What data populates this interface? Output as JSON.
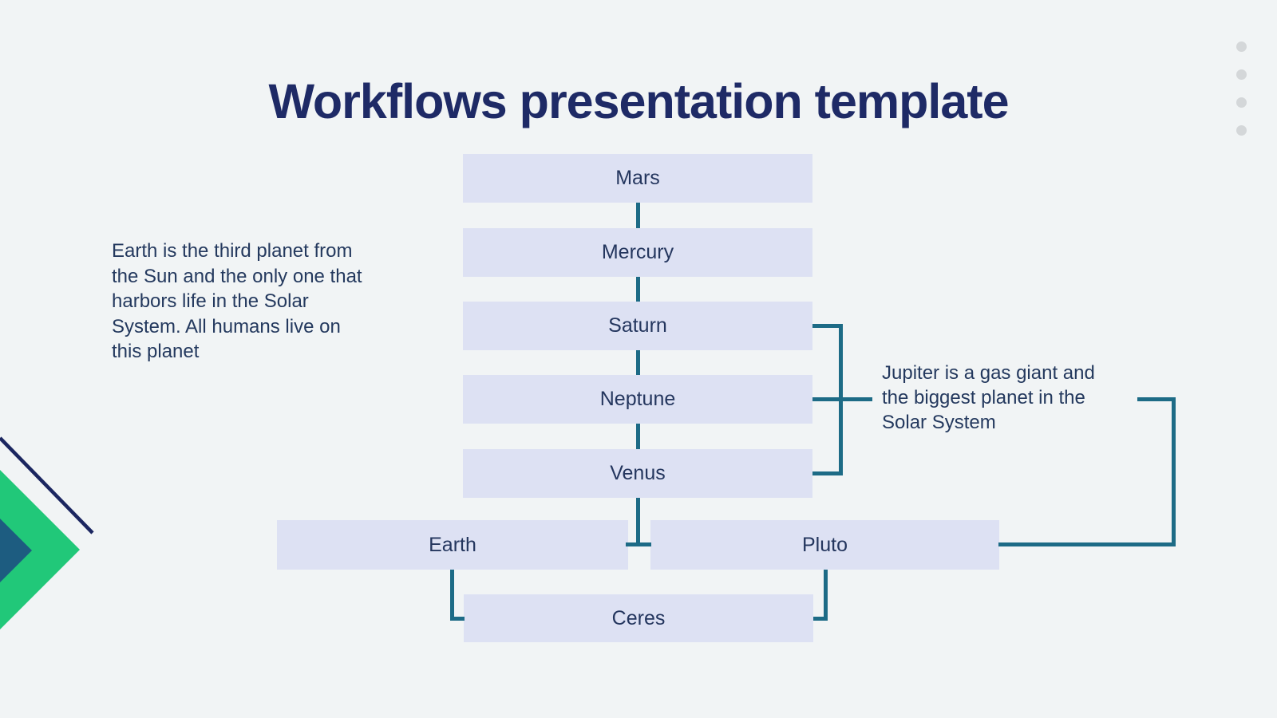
{
  "slide": {
    "title": "Workflows presentation template"
  },
  "flowchart": {
    "nodes": [
      {
        "id": "mars",
        "label": "Mars"
      },
      {
        "id": "mercury",
        "label": "Mercury"
      },
      {
        "id": "saturn",
        "label": "Saturn"
      },
      {
        "id": "neptune",
        "label": "Neptune"
      },
      {
        "id": "venus",
        "label": "Venus"
      },
      {
        "id": "earth",
        "label": "Earth"
      },
      {
        "id": "pluto",
        "label": "Pluto"
      },
      {
        "id": "ceres",
        "label": "Ceres"
      }
    ],
    "edges": [
      {
        "from": "Mars",
        "to": "Mercury"
      },
      {
        "from": "Mercury",
        "to": "Saturn"
      },
      {
        "from": "Saturn",
        "to": "Neptune"
      },
      {
        "from": "Neptune",
        "to": "Venus"
      },
      {
        "from": "Venus",
        "to": "Earth"
      },
      {
        "from": "Venus",
        "to": "Pluto"
      },
      {
        "from": "Earth",
        "to": "Ceres"
      },
      {
        "from": "Pluto",
        "to": "Ceres"
      }
    ],
    "bracket": {
      "grouped_nodes": [
        "Saturn",
        "Neptune",
        "Venus"
      ],
      "points_to_note": "jupiter_note",
      "note_connects_to": "Pluto"
    }
  },
  "annotations": {
    "earth_note": {
      "text": "Earth is the third planet from the Sun and the only one that harbors life in the Solar System. All humans live on this planet",
      "lines": [
        "Earth is the third planet from",
        "the Sun and the only one that",
        "harbors life in the Solar",
        "System. All humans live on",
        "this planet"
      ]
    },
    "jupiter_note": {
      "text": "Jupiter is a gas giant and the biggest planet in the Solar System",
      "lines": [
        "Jupiter is a gas giant and",
        "the biggest planet in the",
        "Solar System"
      ]
    }
  },
  "decorations": {
    "top_right_dots_count": 4,
    "bottom_left": [
      "diagonal-line",
      "green-diamond",
      "blue-diamond"
    ]
  },
  "palette": {
    "background": "#f1f4f5",
    "title_text": "#1e2a66",
    "node_fill": "#dde1f3",
    "node_text": "#24365e",
    "body_text": "#24395e",
    "connector_teal": "#1d6b86",
    "diamond_green": "#21c879",
    "diamond_blue": "#1d5c80",
    "accent_line_navy": "#1b2660",
    "dots_gray": "#d4d7d9"
  }
}
